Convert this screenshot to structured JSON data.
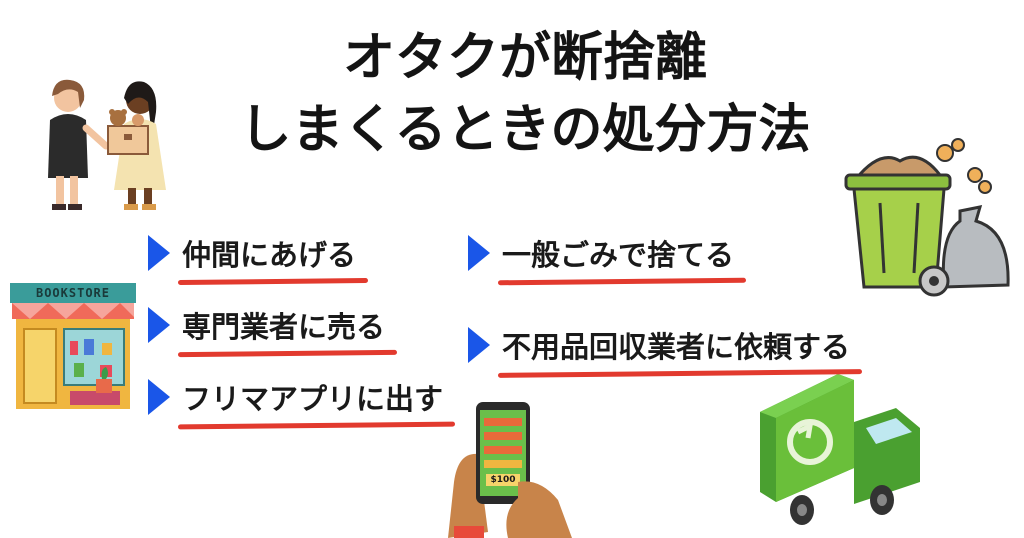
{
  "title": {
    "line1": "オタクが断捨離",
    "line2": "しまくるときの処分方法"
  },
  "methods": [
    {
      "label": "仲間にあげる"
    },
    {
      "label": "専門業者に売る"
    },
    {
      "label": "フリマアプリに出す"
    },
    {
      "label": "一般ごみで捨てる"
    },
    {
      "label": "不用品回収業者に依頼する"
    }
  ],
  "store_sign": "BOOKSTORE",
  "phone_price": "$100",
  "colors": {
    "arrow": "#1a56e8",
    "underline": "#e23a2e",
    "bin_green": "#8cbf3f",
    "truck_green": "#6abf3a"
  }
}
